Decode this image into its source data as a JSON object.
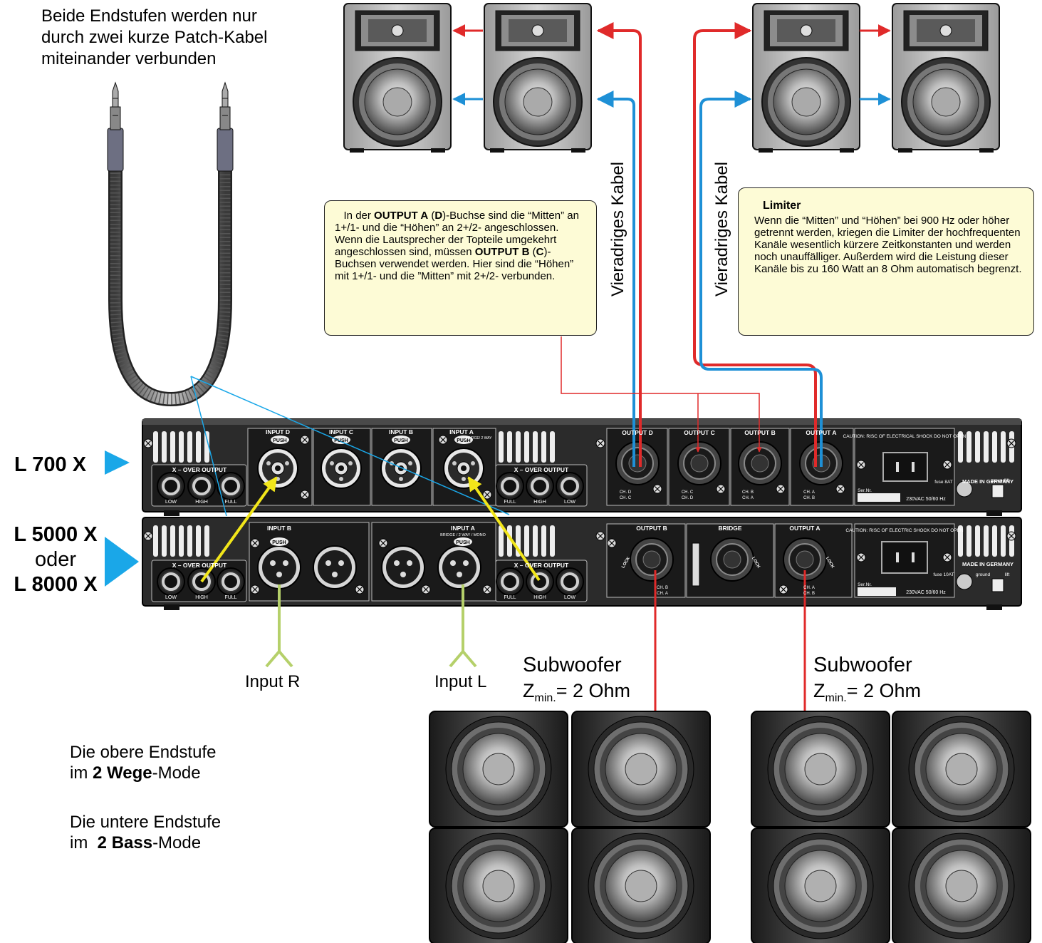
{
  "cable_note": [
    "Beide Endstufen werden nur",
    "durch zwei kurze Patch-Kabel",
    "miteinander verbunden"
  ],
  "cable_vertical_label": "Vieradriges Kabel",
  "note_output": {
    "p1": "In der ",
    "b1": "OUTPUT A",
    "p2": " (",
    "b2": "D",
    "p3": ")-Buchse sind die “Mitten” an 1+/1- und die “Höhen” an 2+/2- angeschlossen. Wenn die Lautsprecher der Topteile umgekehrt angeschlossen sind, müssen ",
    "b3": "OUTPUT B",
    "p4": " (",
    "b4": "C",
    "p5": ")-Buchsen verwendet werden. Hier sind die “Höhen” mit 1+/1- und die ”Mitten” mit 2+/2- verbunden."
  },
  "note_limiter": {
    "title": "Limiter",
    "body": "Wenn die “Mitten” und “Höhen” bei 900 Hz oder höher getrennt werden, kriegen die Limiter der hochfrequenten Kanäle wesentlich kürzere Zeitkonstanten und werden noch unauffälliger. Außerdem wird die Leistung dieser Kanäle bis zu 160 Watt an 8 Ohm automatisch begrenzt."
  },
  "models": {
    "top": "L 700 X",
    "bottom_1": "L 5000 X",
    "bottom_or": "oder",
    "bottom_2": "L 8000 X"
  },
  "inputs": {
    "right": "Input R",
    "left": "Input L"
  },
  "subwoofer": {
    "label": "Subwoofer",
    "z": "Z",
    "z_sub": "min.",
    "z_value": "= 2 Ohm"
  },
  "mode_text": {
    "upper_1": "Die obere Endstufe",
    "upper_2a": "im ",
    "upper_2b": "2 Wege",
    "upper_2c": "-Mode",
    "lower_1": "Die untere Endstufe",
    "lower_2a": "im  ",
    "lower_2b": "2 Bass",
    "lower_2c": "-Mode"
  },
  "amp_top": {
    "xover": "X – OVER  OUTPUT",
    "xover_left_ports": [
      "LOW",
      "HIGH",
      "FULL"
    ],
    "xover_right_ports": [
      "FULL",
      "HIGH",
      "LOW"
    ],
    "inputs": [
      "INPUT D",
      "INPUT C",
      "INPUT B",
      "INPUT A"
    ],
    "push": "PUSH",
    "bridge": "BRIDGE/ 2 WAY",
    "outputs": [
      "OUTPUT  D",
      "OUTPUT  C",
      "OUTPUT  B",
      "OUTPUT  A"
    ],
    "output_ch_top": [
      "CH. D",
      "CH. C",
      "CH. B",
      "CH. A"
    ],
    "output_ch_bottom": [
      "CH. C",
      "CH. D",
      "CH. A",
      "CH. B"
    ],
    "caution": "CAUTION: RISC OF ELECTRICAL SHOCK DO NOT OPEN",
    "made": "MADE IN GERMANY",
    "fuse": "fuse 8AT",
    "ground": "ground",
    "lift": "lift",
    "power": "230VAC  50/60 Hz",
    "sernr": "Ser.Nr."
  },
  "amp_bottom": {
    "xover": "X – OVER  OUTPUT",
    "inputs": [
      "INPUT  B",
      "INPUT  A"
    ],
    "input_a_sub": "BRIDGE / 2 WAY / MONO",
    "outputs": [
      "OUTPUT  B",
      "BRIDGE",
      "OUTPUT  A"
    ],
    "lock": "LOCK",
    "output_ch_top": [
      "CH. B",
      "CH. A"
    ],
    "output_ch_bottom": [
      "CH. A",
      "CH. B"
    ],
    "caution": "CAUTION: RISC OF ELECTRIC SHOCK DO NOT OPEN",
    "fuse": "fuse 10AT"
  },
  "colors": {
    "red": "#e02a2a",
    "blue": "#1e90d6",
    "yellow": "#f2e61a",
    "green": "#b5d06a",
    "cyan_arrow": "#1aa7e8",
    "note_bg": "#fdfbd6"
  }
}
